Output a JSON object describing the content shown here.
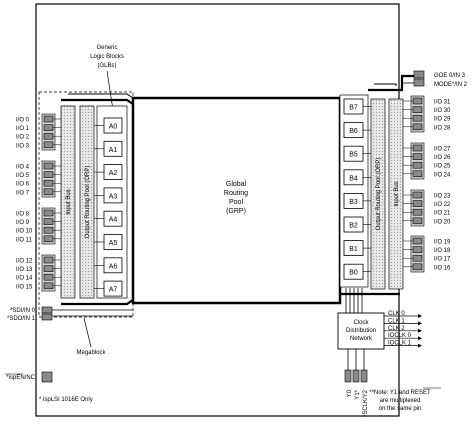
{
  "glb_callout": {
    "line1": "Generic",
    "line2": "Logic Blocks",
    "line3": "(GLBs)"
  },
  "grp": {
    "line1": "Global",
    "line2": "Routing",
    "line3": "Pool",
    "line4": "(GRP)"
  },
  "input_bus_label": "Input Bus",
  "orp_label": "Output Routing Pool (ORP)",
  "megablock_label": "Megablock",
  "left_glbs": [
    "A0",
    "A1",
    "A2",
    "A3",
    "A4",
    "A5",
    "A6",
    "A7"
  ],
  "right_glbs": [
    "B7",
    "B6",
    "B5",
    "B4",
    "B3",
    "B2",
    "B1",
    "B0"
  ],
  "left_io": {
    "g1": [
      "I/O 0",
      "I/O 1",
      "I/O 2",
      "I/O 3"
    ],
    "g2": [
      "I/O 4",
      "I/O 5",
      "I/O 6",
      "I/O 7"
    ],
    "g3": [
      "I/O 8",
      "I/O 9",
      "I/O 10",
      "I/O 11"
    ],
    "g4": [
      "I/O 12",
      "I/O 13",
      "I/O 14",
      "I/O 15"
    ]
  },
  "right_io": {
    "g1": [
      "I/O 31",
      "I/O 30",
      "I/O 29",
      "I/O 28"
    ],
    "g2": [
      "I/O 27",
      "I/O 26",
      "I/O 25",
      "I/O 24"
    ],
    "g3": [
      "I/O 23",
      "I/O 22",
      "I/O 21",
      "I/O 20"
    ],
    "g4": [
      "I/O 19",
      "I/O 18",
      "I/O 17",
      "I/O 16"
    ]
  },
  "sdi_label": "*SDI/IN 0",
  "sdo_label": "*SDO/IN 1",
  "ispen_label": "*ispEN/NC",
  "goe_label": "GOE 0/IN 3",
  "mode_label": "MODE*/IN 2",
  "clock": {
    "line1": "Clock",
    "line2": "Distribution",
    "line3": "Network"
  },
  "clock_outputs": [
    "CLK 0",
    "CLK 1",
    "CLK 2",
    "IOCLK 0",
    "IOCLK 1"
  ],
  "bottom_pins": [
    "Y0",
    "Y1*",
    "*SCLK/Y2"
  ],
  "footnote_left": "* ispLSI 1016E Only",
  "footnote_right": {
    "line1": "**Note: Y1 and RESET",
    "line2": "are multiplexed",
    "line3": "on the same pin"
  }
}
